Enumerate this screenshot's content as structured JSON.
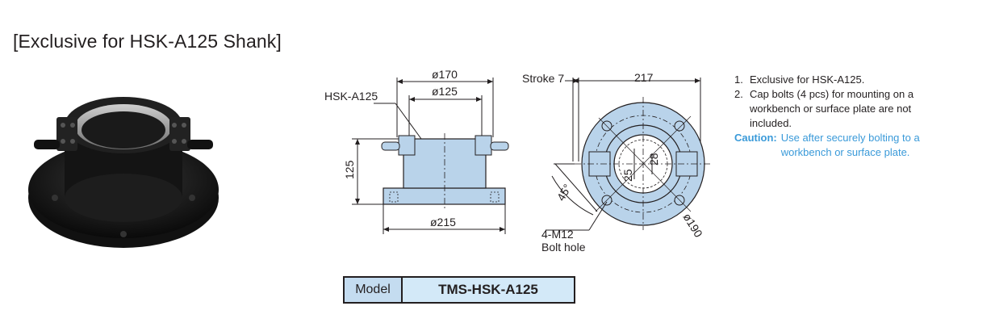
{
  "title": "[Exclusive for HSK-A125 Shank]",
  "side_view": {
    "callout": "HSK-A125",
    "dim_outer_top": "ø170",
    "dim_inner_top": "ø125",
    "dim_height": "125",
    "dim_base": "ø215"
  },
  "top_view": {
    "stroke": "Stroke 7",
    "width": "217",
    "d25": "25",
    "d28": "28",
    "angle": "45°",
    "pcd": "ø190",
    "bolt_label_1": "4-M12",
    "bolt_label_2": "Bolt hole"
  },
  "notes": {
    "items": [
      {
        "num": "1.",
        "text": "Exclusive for HSK-A125."
      },
      {
        "num": "2.",
        "text": "Cap bolts (4 pcs) for mounting on a workbench or surface plate are not included."
      }
    ],
    "caution_label": "Caution:",
    "caution_text": "Use after securely bolting to a workbench or surface plate."
  },
  "model": {
    "label": "Model",
    "value": "TMS-HSK-A125"
  },
  "colors": {
    "part_fill": "#b9d3ea",
    "caution": "#3a9ad9",
    "model_cell": "#d3e9f8"
  }
}
